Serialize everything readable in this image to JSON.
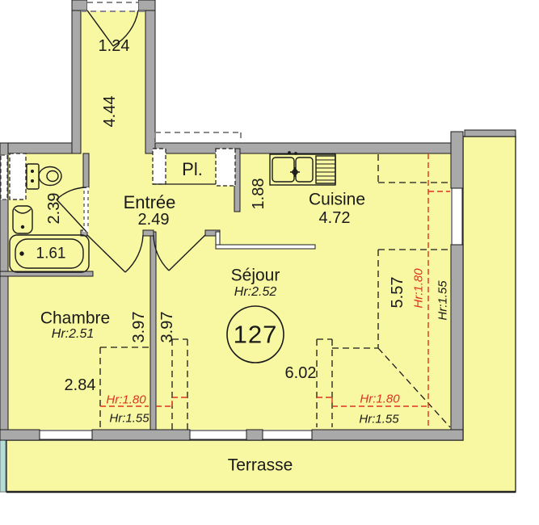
{
  "plan": {
    "unit_number": "127",
    "rooms": {
      "entree": {
        "name": "Entrée",
        "dim": "2.49"
      },
      "placard": {
        "name": "Pl."
      },
      "cuisine": {
        "name": "Cuisine",
        "dim": "4.72",
        "depth": "1.88"
      },
      "sejour": {
        "name": "Séjour",
        "height": "Hr:2.52",
        "width": "6.02",
        "depth": "5.57",
        "length_left": "3.97",
        "length_right": "3.97"
      },
      "chambre": {
        "name": "Chambre",
        "height": "Hr:2.51",
        "width": "2.84"
      },
      "terrasse": {
        "name": "Terrasse"
      },
      "corridor": {
        "width": "1.24",
        "length": "4.44"
      },
      "bathroom": {
        "width": "2.39",
        "bathtub_length": "1.61"
      }
    },
    "height_lines": {
      "hr180": "Hr:1.80",
      "hr155": "Hr:1.55"
    },
    "colors": {
      "room_fill": "#f8f7a2",
      "wall_gray": "#a9a9a9",
      "line_black": "#1a1a1a",
      "accent_red": "#dd3322",
      "terrace_divider_teal": "#b2dfd8"
    }
  }
}
